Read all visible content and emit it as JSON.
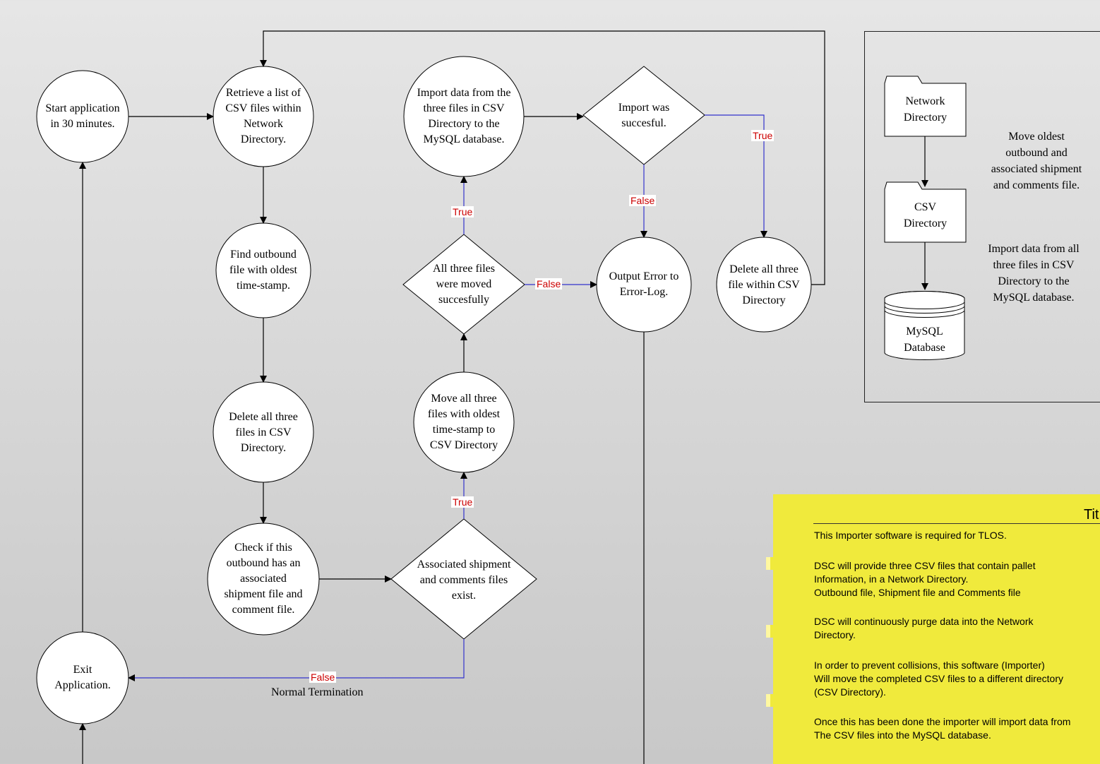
{
  "nodes": {
    "start_app": "Start application\nin 30 minutes.",
    "retrieve_list": "Retrieve a list of\nCSV files within\nNetwork\nDirectory.",
    "find_outbound": "Find outbound\nfile with oldest\ntime-stamp.",
    "delete_csv": "Delete all three\nfiles in CSV\nDirectory.",
    "check_outbound": "Check if this\noutbound has an\nassociated\nshipment file and\ncomment file.",
    "assoc_exist": "Associated shipment\nand comments files\nexist.",
    "move_files": "Move all three\nfiles with oldest\ntime-stamp to\nCSV Directory",
    "all_moved": "All three files\nwere moved\nsuccesfully",
    "import_data": "Import data from the\nthree files in CSV\nDirectory to the\nMySQL database.",
    "import_success": "Import was\nsuccesful.",
    "output_error": "Output Error to\nError-Log.",
    "delete_within": "Delete all three\nfile within CSV\nDirectory",
    "exit_app": "Exit\nApplication."
  },
  "edge_labels": {
    "true": "True",
    "false": "False",
    "normal_termination": "Normal Termination"
  },
  "legend": {
    "network_directory": "Network\nDirectory",
    "csv_directory": "CSV\nDirectory",
    "mysql_database": "MySQL\nDatabase",
    "move_note": "Move oldest\noutbound and\nassociated shipment\nand comments file.",
    "import_note": "Import data from all\nthree files in CSV\nDirectory to the\nMySQL database."
  },
  "note": {
    "title": "Tit",
    "p1": "This Importer software is required for TLOS.",
    "p2": "DSC will provide three CSV files that contain pallet\nInformation,  in a Network Directory.\nOutbound file, Shipment file and Comments file",
    "p3": "DSC will continuously purge data into the Network\nDirectory.",
    "p4": "In order to prevent collisions, this software (Importer)\nWill move the completed CSV files to a different directory\n(CSV Directory).",
    "p5": "Once this has been done the importer will import data from\nThe CSV files into the MySQL database."
  },
  "colors": {
    "edge": "#000000",
    "branch_edge": "#3333cc",
    "label_text": "#cc0000",
    "note_bg": "#f0ea3c"
  }
}
